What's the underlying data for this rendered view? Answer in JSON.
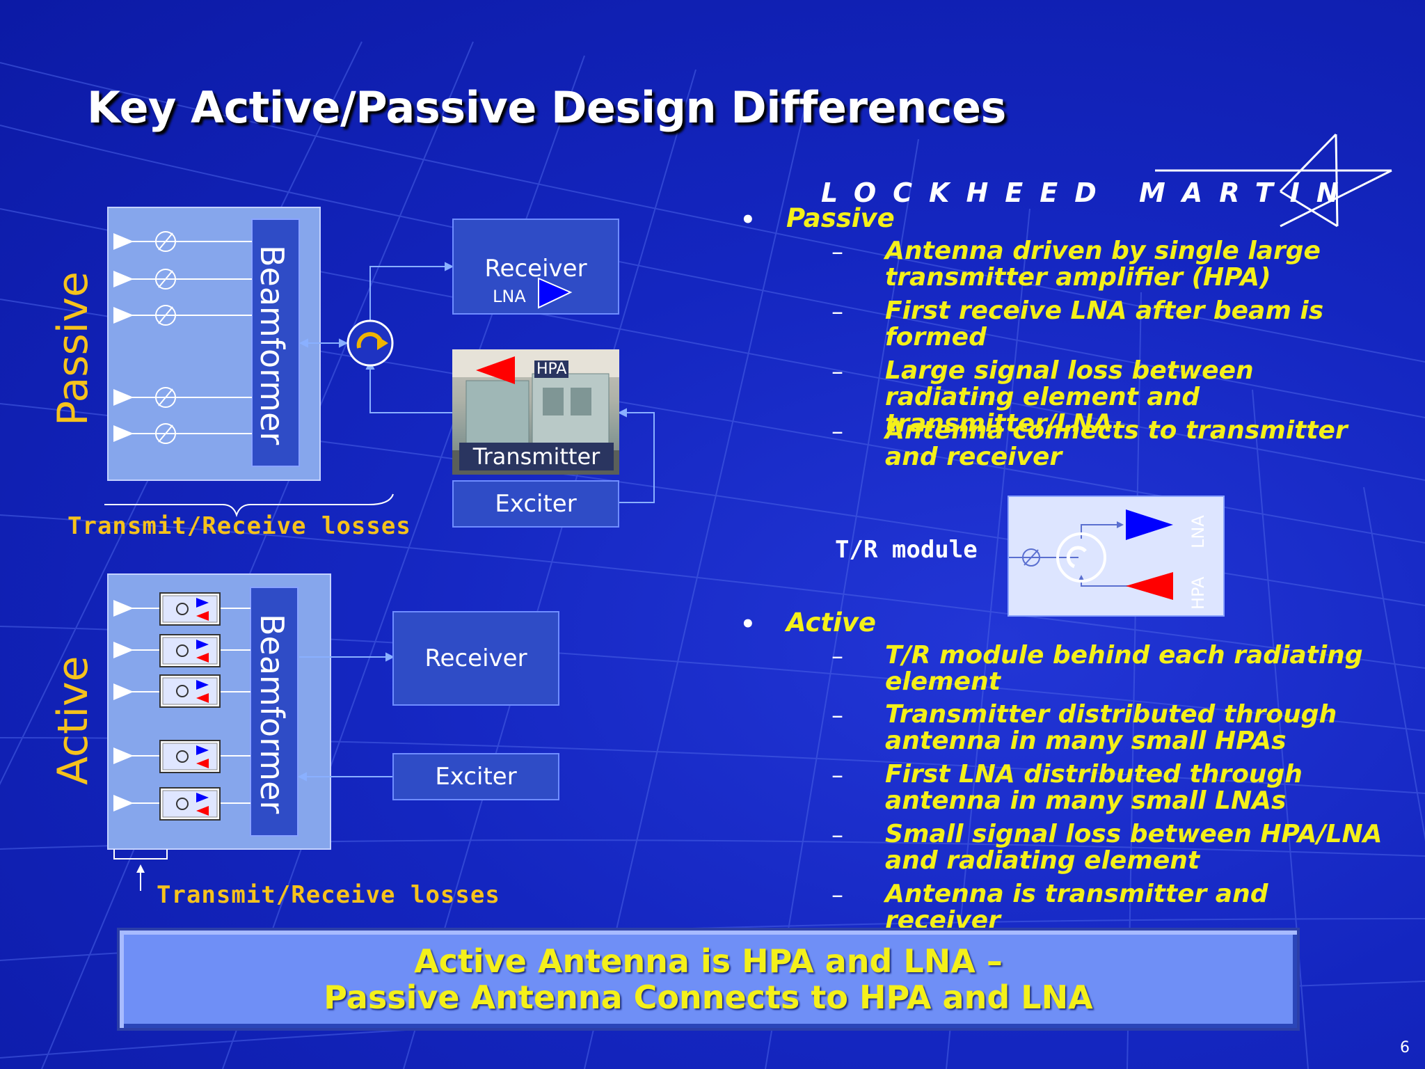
{
  "title": "Key Active/Passive Design Differences",
  "logo": {
    "text": "LOCKHEED MARTIN",
    "icon": "lockheed-star-icon"
  },
  "passive_diagram": {
    "side_label": "Passive",
    "beamformer_label": "Beamformer",
    "receiver_label": "Receiver",
    "lna_label": "LNA",
    "hpa_label": "HPA",
    "transmitter_label": "Transmitter",
    "exciter_label": "Exciter",
    "losses_label": "Transmit/Receive losses"
  },
  "active_diagram": {
    "side_label": "Active",
    "beamformer_label": "Beamformer",
    "receiver_label": "Receiver",
    "exciter_label": "Exciter",
    "losses_label": "Transmit/Receive losses"
  },
  "tr_module": {
    "label": "T/R module",
    "lna_label": "LNA",
    "hpa_label": "HPA"
  },
  "bullets": {
    "passive": {
      "heading": "Passive",
      "items": [
        "Antenna driven by single large transmitter amplifier (HPA)",
        "First receive LNA after beam is formed",
        "Large signal loss between radiating element and transmitter/LNA",
        "Antenna connects to transmitter and receiver"
      ]
    },
    "active": {
      "heading": "Active",
      "items": [
        "T/R module behind each radiating element",
        "Transmitter distributed through antenna in many small HPAs",
        "First LNA distributed through antenna in many small LNAs",
        "Small signal loss between HPA/LNA and radiating element",
        "Antenna is transmitter and receiver"
      ]
    }
  },
  "banner": {
    "line1": "Active Antenna is HPA and LNA –",
    "line2": "Passive Antenna Connects to HPA and LNA"
  },
  "page_number": "6",
  "colors": {
    "background": "#1426c0",
    "title": "#ffffff",
    "bullet_text": "#f4f01a",
    "side_label": "#f6c21c",
    "hpa_triangle": "#ff0000",
    "lna_triangle": "#0000ff"
  }
}
